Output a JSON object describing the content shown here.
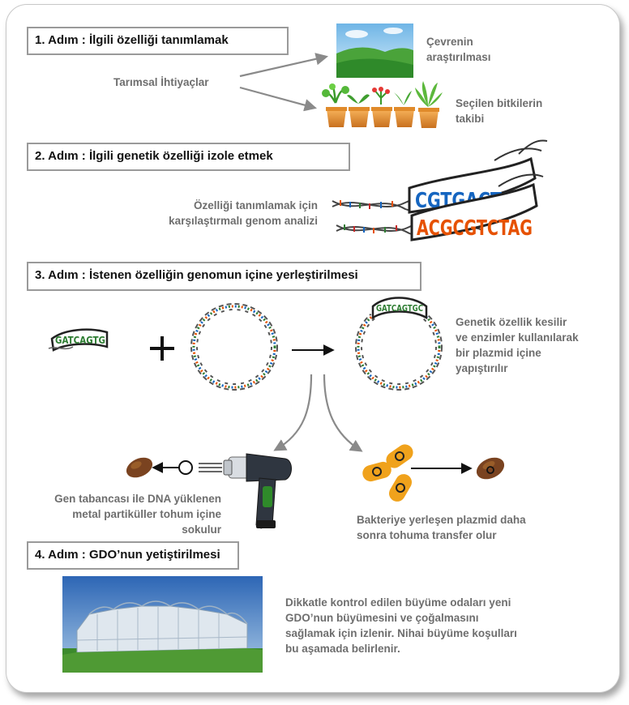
{
  "steps": {
    "s1": "1. Adım : İlgili özelliği tanımlamak",
    "s2": "2. Adım : İlgili genetik özelliği izole etmek",
    "s3": "3. Adım : İstenen özelliğin genomun içine yerleştirilmesi",
    "s4": "4. Adım : GDO’nun yetiştirilmesi"
  },
  "step1": {
    "need": "Tarımsal İhtiyaçlar",
    "env_l1": "Çevrenin",
    "env_l2": "araştırılması",
    "plants_l1": "Seçilen bitkilerin",
    "plants_l2": "takibi"
  },
  "step2": {
    "l1": "Özelliği tanımlamak için",
    "l2": "karşılaştırmalı genom analizi",
    "seq1": "CGTGACTAG",
    "seq2": "ACGCGTCTAG"
  },
  "step3": {
    "fragment_seq": "GATCAGTG",
    "plasmid_seq": "GATCAGTGC",
    "ins_l1": "Genetik özellik kesilir",
    "ins_l2": "ve enzimler kullanılarak",
    "ins_l3": "bir plazmid içine",
    "ins_l4": "yapıştırılır",
    "gun_l1": "Gen tabancası ile DNA yüklenen",
    "gun_l2": "metal partiküller tohum içine",
    "gun_l3": "sokulur",
    "bac_l1": "Bakteriye yerleşen plazmid daha",
    "bac_l2": "sonra tohuma transfer olur"
  },
  "step4": {
    "l1": "Dikkatle kontrol edilen büyüme odaları yeni",
    "l2": "GDO’nun büyümesini ve çoğalmasını",
    "l3": "sağlamak için izlenir. Nihai büyüme koşulları",
    "l4": "bu aşamada belirlenir."
  },
  "colors": {
    "arrow": "#8a8a8a",
    "text": "#6e6e6e",
    "bacteria": "#f0a21c",
    "seed": "#7a4320",
    "bases": [
      "#2e7d32",
      "#1565c0",
      "#e65100",
      "#c62828"
    ]
  }
}
